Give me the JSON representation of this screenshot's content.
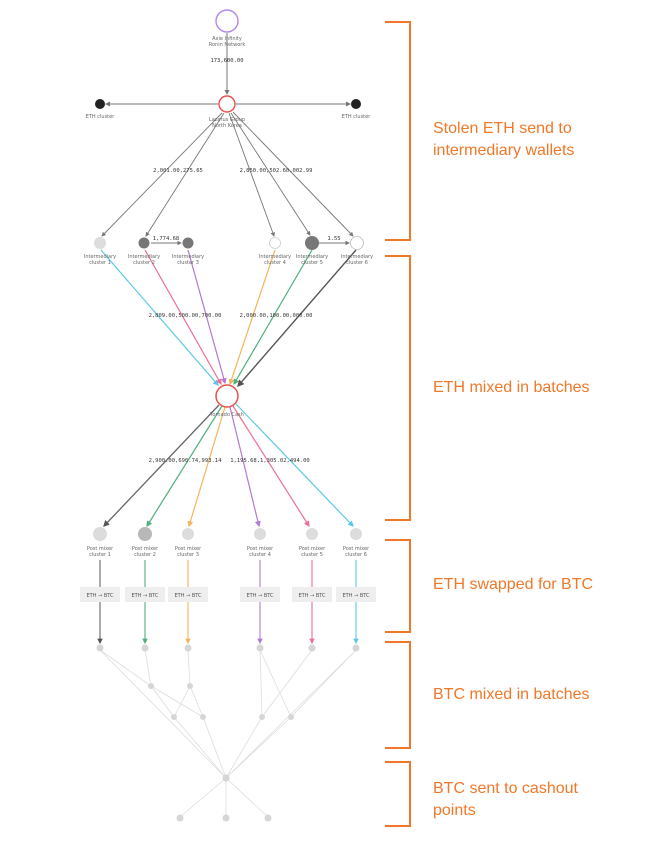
{
  "colors": {
    "accent": "#f07828",
    "edge_gray": "#777777",
    "cyan": "#5bc8e8",
    "pink": "#ee6f97",
    "purple": "#b07ad6",
    "orange": "#f7b25c",
    "green": "#4fb07c",
    "source_ring": "#b388e8",
    "hub_ring": "#e8504a"
  },
  "nodes": {
    "source": {
      "line1": "Axie Infinity",
      "line2": "Ronin Network"
    },
    "hub1": {
      "line1": "Lazarus Group",
      "line2": "North Korea"
    },
    "eth_left": "ETH cluster",
    "eth_right": "ETH cluster",
    "intermediary": [
      {
        "line1": "Intermediary",
        "line2": "cluster 1"
      },
      {
        "line1": "Intermediary",
        "line2": "cluster 2"
      },
      {
        "line1": "Intermediary",
        "line2": "cluster 3"
      },
      {
        "line1": "Intermediary",
        "line2": "cluster 4"
      },
      {
        "line1": "Intermediary",
        "line2": "cluster 5"
      },
      {
        "line1": "Intermediary",
        "line2": "cluster 6"
      }
    ],
    "mixer": "Tornado Cash",
    "post_mixer": [
      {
        "line1": "Post mixer",
        "line2": "cluster 1"
      },
      {
        "line1": "Post mixer",
        "line2": "cluster 2"
      },
      {
        "line1": "Post mixer",
        "line2": "cluster 3"
      },
      {
        "line1": "Post mixer",
        "line2": "cluster 4"
      },
      {
        "line1": "Post mixer",
        "line2": "cluster 5"
      },
      {
        "line1": "Post mixer",
        "line2": "cluster 6"
      }
    ],
    "swap_label": "ETH → BTC"
  },
  "edge_labels": {
    "source_to_hub": "173,600.00",
    "hub_left": "2,001.00,275.65",
    "hub_right": "2,850.00,502.60,002.99",
    "int2_to_int3": "1,774.68",
    "int5_to_int6": "1.55",
    "to_mixer_left": "2,809.00,500.00,700.00",
    "to_mixer_right": "2,000.00,100.00,000.00",
    "mixer_out_left": "2,900.00,690.74,993.14",
    "mixer_out_right": "1,195.68,1,305.02,494.00"
  },
  "stages": [
    {
      "line1": "Stolen ETH send to",
      "line2": "intermediary wallets"
    },
    {
      "line1": "ETH mixed in batches",
      "line2": ""
    },
    {
      "line1": "ETH swapped for BTC",
      "line2": ""
    },
    {
      "line1": "BTC mixed in batches",
      "line2": ""
    },
    {
      "line1": "BTC sent to cashout",
      "line2": "points"
    }
  ]
}
